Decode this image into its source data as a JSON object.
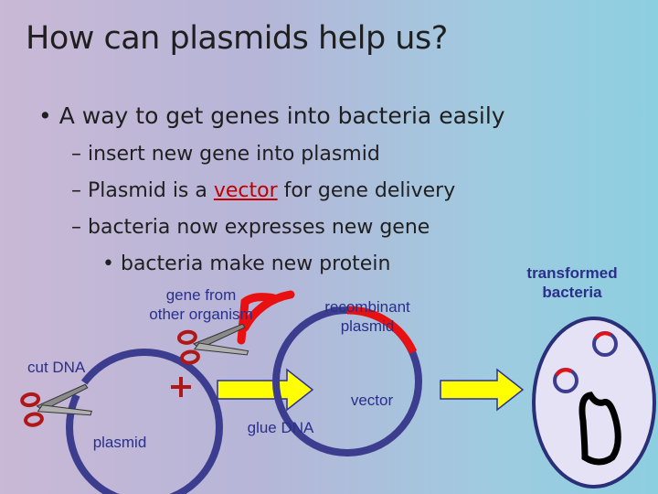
{
  "slide": {
    "title": "How can plasmids help us?",
    "bullet1": "A way to get genes into bacteria easily",
    "sub1": "insert new gene into plasmid",
    "sub2_pre": "Plasmid is a ",
    "sub2_link": "vector",
    "sub2_post": " for gene delivery",
    "sub3": "bacteria now expresses new gene",
    "subsub1": "bacteria make new protein",
    "dash": "–",
    "bullet_char": "•"
  },
  "diagram": {
    "label_gene_line1": "gene from",
    "label_gene_line2": "other organism",
    "label_recombinant_line1": "recombinant",
    "label_recombinant_line2": "plasmid",
    "label_cut_dna": "cut DNA",
    "label_plasmid": "plasmid",
    "label_plus": "+",
    "label_vector": "vector",
    "label_glue_dna": "glue DNA",
    "label_transformed_line1": "transformed",
    "label_transformed_line2": "bacteria",
    "colors": {
      "plasmid_ring": "#3d3d8f",
      "gene_red": "#e81010",
      "arrow_fill": "#ffff00",
      "arrow_stroke": "#2b2f9a",
      "cell_fill": "#e4e2f4",
      "scissors_red": "#b01818"
    },
    "icons": [
      "scissors-icon",
      "plus-sign",
      "arrow-right"
    ]
  }
}
